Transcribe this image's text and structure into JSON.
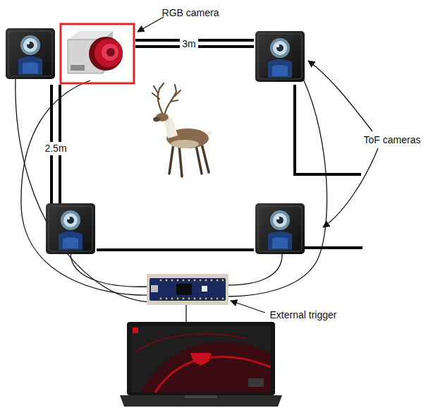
{
  "diagram": {
    "labels": [
      "RGB camera",
      "3m",
      "2.5m",
      "ToF cameras",
      "External trigger"
    ]
  }
}
